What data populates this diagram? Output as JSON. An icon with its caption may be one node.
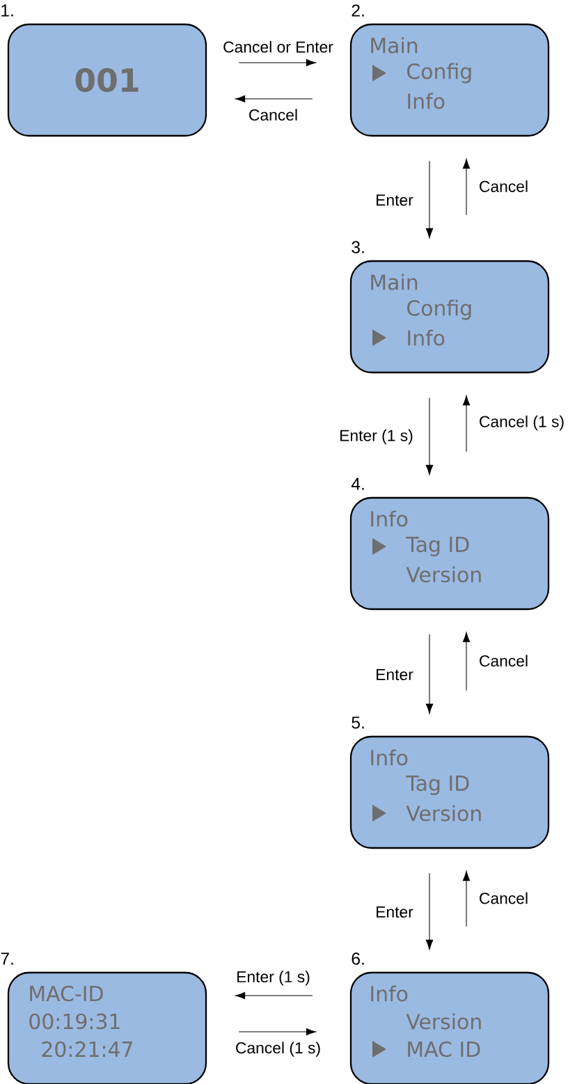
{
  "diagram": {
    "nodes": [
      {
        "text": [
          "001"
        ],
        "beside": [
          "1."
        ]
      },
      {
        "text": [
          "Main",
          "Config",
          "Info"
        ],
        "beside": [
          "2."
        ]
      },
      {
        "text": [
          "Main",
          "Config",
          "Info"
        ],
        "beside": [
          "3."
        ]
      },
      {
        "text": [
          "Info",
          "Tag ID",
          "Version"
        ],
        "beside": [
          "4."
        ]
      },
      {
        "text": [
          "Info",
          "Tag ID",
          "Version"
        ],
        "beside": [
          "5."
        ]
      },
      {
        "text": [
          "Info",
          "Version",
          "MAC ID"
        ],
        "beside": [
          "6."
        ]
      },
      {
        "text": [
          "MAC-ID",
          "00:19:31",
          "20:21:47"
        ],
        "beside": [
          "7."
        ]
      }
    ],
    "edges": [
      {
        "from": 0,
        "to": 1,
        "arrow": "to",
        "label": "Cancel or Enter"
      },
      {
        "from": 1,
        "to": 0,
        "arrow": "to",
        "label": "Cancel"
      },
      {
        "from": 1,
        "to": 2,
        "arrow": "to",
        "label": "Enter"
      },
      {
        "from": 2,
        "to": 1,
        "arrow": "to",
        "label": "Cancel"
      },
      {
        "from": 2,
        "to": 3,
        "arrow": "to",
        "label": "Enter (1 s)"
      },
      {
        "from": 3,
        "to": 2,
        "arrow": "to",
        "label": "Cancel (1 s)"
      },
      {
        "from": 3,
        "to": 4,
        "arrow": "to",
        "label": "Enter"
      },
      {
        "from": 4,
        "to": 3,
        "arrow": "to",
        "label": "Cancel"
      },
      {
        "from": 4,
        "to": 5,
        "arrow": "to",
        "label": "Enter"
      },
      {
        "from": 5,
        "to": 4,
        "arrow": "to",
        "label": "Cancel"
      },
      {
        "from": 5,
        "to": 6,
        "arrow": "to",
        "label": "Enter (1 s)"
      },
      {
        "from": 6,
        "to": 5,
        "arrow": "to",
        "label": "Cancel (1 s)"
      }
    ]
  }
}
